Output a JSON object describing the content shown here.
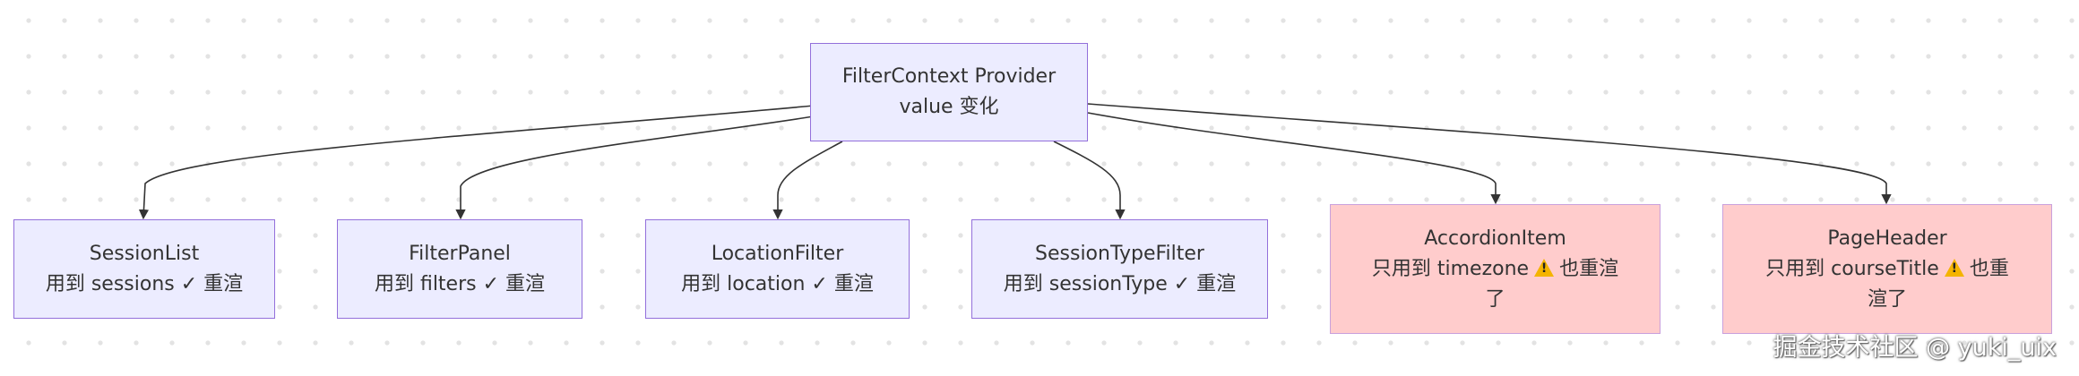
{
  "diagram": {
    "root": {
      "line1": "FilterContext Provider",
      "line2": "value 变化"
    },
    "children": [
      {
        "line1": "SessionList",
        "line2": "用到 sessions ✓ 重渲"
      },
      {
        "line1": "FilterPanel",
        "line2": "用到 filters ✓ 重渲"
      },
      {
        "line1": "LocationFilter",
        "line2": "用到 location ✓ 重渲"
      },
      {
        "line1": "SessionTypeFilter",
        "line2": "用到 sessionType ✓ 重渲"
      },
      {
        "line1": "AccordionItem",
        "line2a": "只用到 timezone",
        "line2b": "也重渲",
        "line3": "了"
      },
      {
        "line1": "PageHeader",
        "line2a": "只用到 courseTitle",
        "line2b": "也重",
        "line3": "渲了"
      }
    ],
    "edges": [
      {
        "from": "root",
        "to": "children.0"
      },
      {
        "from": "root",
        "to": "children.1"
      },
      {
        "from": "root",
        "to": "children.2"
      },
      {
        "from": "root",
        "to": "children.3"
      },
      {
        "from": "root",
        "to": "children.4"
      },
      {
        "from": "root",
        "to": "children.5"
      }
    ],
    "colors": {
      "node_fill": "#ECECFF",
      "node_border": "#9370DB",
      "warning_fill": "#FFCCCC",
      "edge": "#333333",
      "warning_icon": "#F4B400"
    },
    "icons": [
      "warning-icon"
    ]
  },
  "watermark": {
    "text": "掘金技术社区 @ yuki_uix"
  }
}
